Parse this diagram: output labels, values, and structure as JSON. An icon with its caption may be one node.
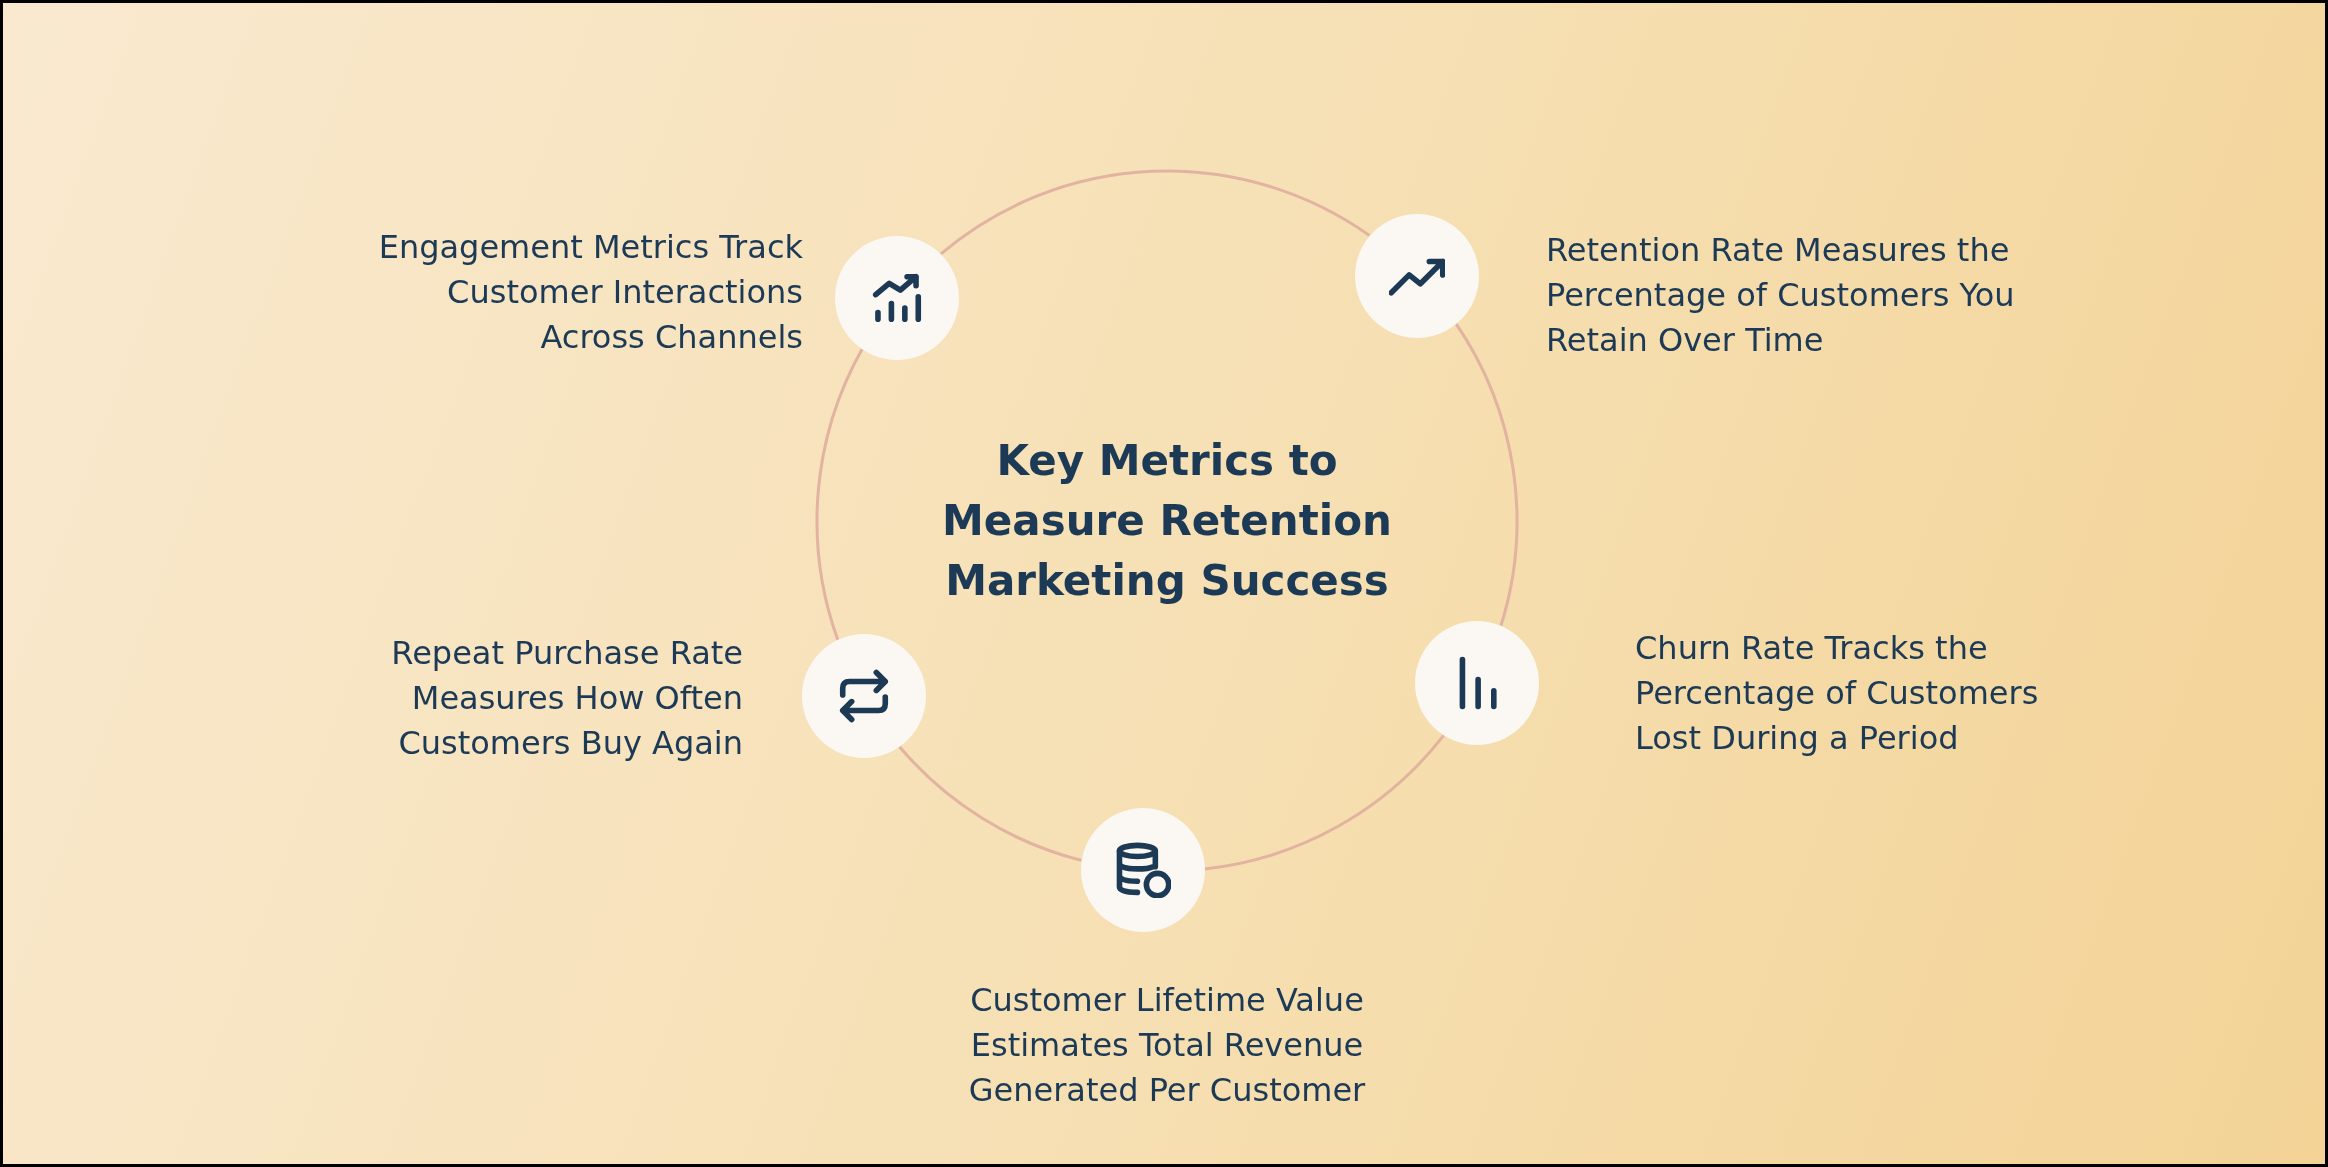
{
  "diagram": {
    "title": "Key Metrics to Measure Retention Marketing Success",
    "nodes": [
      {
        "text": [],
        "shape": "circle",
        "beside": [
          "Engagement Metrics Track Customer Interactions Across Channels"
        ]
      },
      {
        "text": [],
        "shape": "circle",
        "beside": [
          "Retention Rate Measures the Percentage of Customers You Retain Over Time"
        ]
      },
      {
        "text": [],
        "shape": "circle",
        "beside": [
          "Repeat Purchase Rate Measures How Often Customers Buy Again"
        ]
      },
      {
        "text": [],
        "shape": "circle",
        "beside": [
          "Churn Rate Tracks the Percentage of Customers Lost During a Period"
        ]
      },
      {
        "text": [],
        "shape": "circle",
        "beside": [
          "Customer Lifetime Value Estimates Total Revenue Generated Per Customer"
        ]
      }
    ],
    "edges": [
      {
        "from": 0,
        "to": 1,
        "arrow": "none"
      },
      {
        "from": 1,
        "to": 3,
        "arrow": "none"
      },
      {
        "from": 3,
        "to": 4,
        "arrow": "none"
      },
      {
        "from": 4,
        "to": 2,
        "arrow": "none"
      },
      {
        "from": 2,
        "to": 0,
        "arrow": "none"
      }
    ]
  }
}
